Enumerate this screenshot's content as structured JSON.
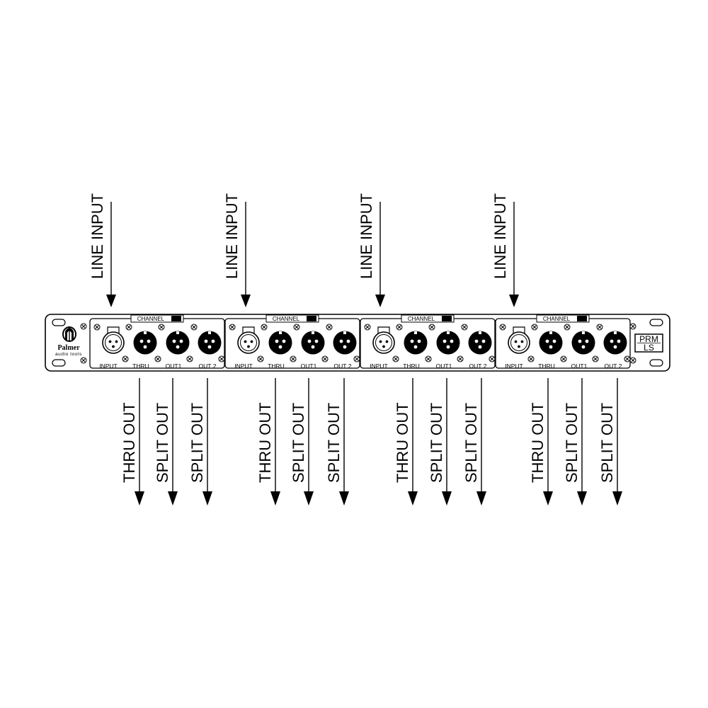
{
  "labels": {
    "line_input": "LINE INPUT",
    "thru_out": "THRU OUT",
    "split_out": "SPLIT OUT"
  },
  "device": {
    "brand": "Palmer",
    "brand_sub": "audio tools",
    "model_line1": "PRM",
    "model_line2": "LS",
    "channel_label": "CHANNEL",
    "jack_labels": [
      "INPUT",
      "THRU",
      "OUT1",
      "OUT 2"
    ],
    "channel_count": 4
  },
  "colors": {
    "ink": "#000000",
    "paper": "#ffffff"
  }
}
